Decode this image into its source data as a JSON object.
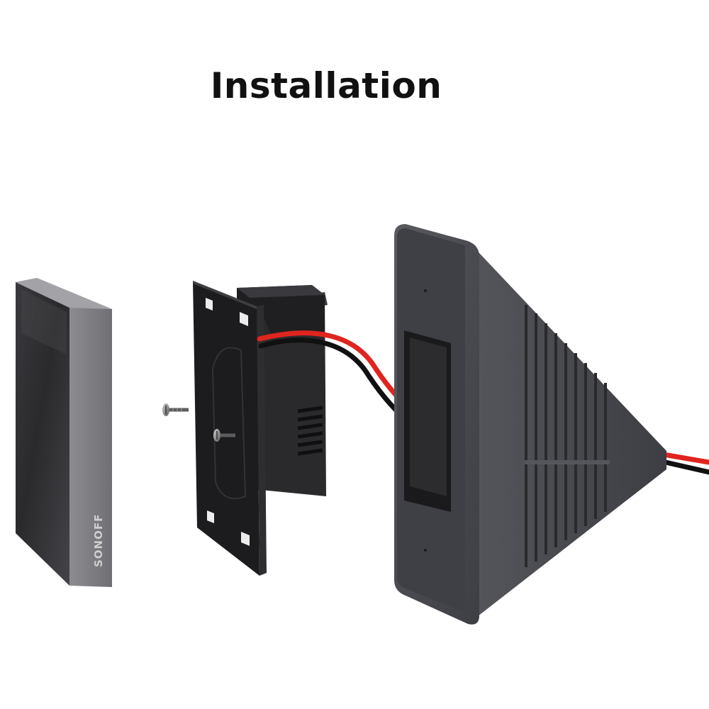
{
  "title": "Installation",
  "product": {
    "brand_logo": "SONOFF"
  },
  "parts": [
    {
      "name": "touch-panel",
      "color": "#4a4a4e"
    },
    {
      "name": "mounting-plate",
      "color": "#1e1e20"
    },
    {
      "name": "mounting-screw",
      "color": "#6a6a6a"
    },
    {
      "name": "wall-box",
      "color": "#3c3d42"
    },
    {
      "name": "wire-red",
      "color": "#e0241f"
    },
    {
      "name": "wire-black",
      "color": "#111111"
    }
  ]
}
